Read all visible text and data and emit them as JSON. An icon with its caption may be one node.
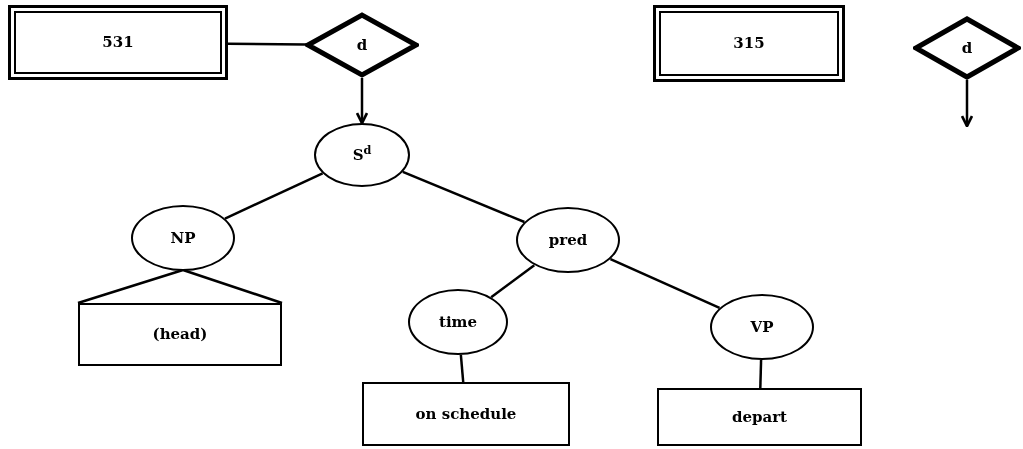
{
  "diagram": {
    "nodes": [
      {
        "text": [
          "531"
        ]
      },
      {
        "text": [
          "d"
        ]
      },
      {
        "text": [
          "315"
        ]
      },
      {
        "text": [
          "d"
        ]
      },
      {
        "text": [
          "S$^{d}$"
        ]
      },
      {
        "text": [
          "NP"
        ]
      },
      {
        "text": [
          "(head)"
        ]
      },
      {
        "text": [
          "pred"
        ]
      },
      {
        "text": [
          "time"
        ]
      },
      {
        "text": [
          "VP"
        ]
      },
      {
        "text": [
          "on schedule"
        ]
      },
      {
        "text": [
          "depart"
        ]
      }
    ],
    "edges": [
      {
        "from": 0,
        "to": 1,
        "arrow": "none"
      },
      {
        "from": 1,
        "to": 4,
        "arrow": "to"
      },
      {
        "from": 3,
        "to": null,
        "arrow": "to"
      },
      {
        "from": 4,
        "to": 5,
        "arrow": "none"
      },
      {
        "from": 4,
        "to": 7,
        "arrow": "none"
      },
      {
        "from": 5,
        "to": 6,
        "arrow": "none"
      },
      {
        "from": 7,
        "to": 8,
        "arrow": "none"
      },
      {
        "from": 7,
        "to": 9,
        "arrow": "none"
      },
      {
        "from": 8,
        "to": 10,
        "arrow": "none"
      },
      {
        "from": 9,
        "to": 11,
        "arrow": "none"
      }
    ]
  }
}
